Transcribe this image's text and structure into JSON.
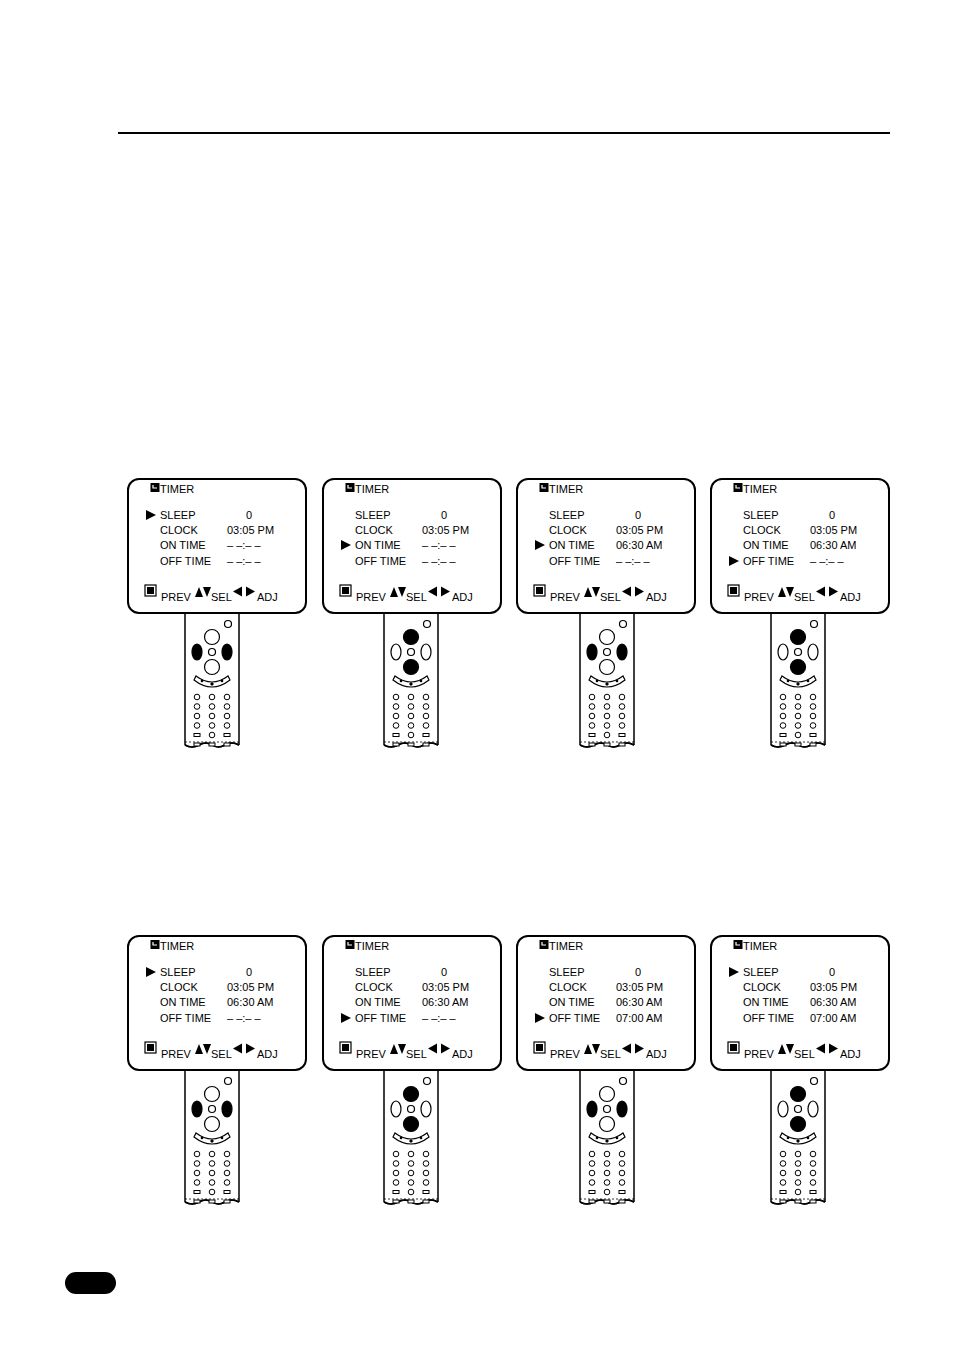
{
  "diagram": {
    "nodes": [
      {
        "text": [
          "TIMER",
          "SLEEP",
          "0",
          "CLOCK",
          "03:05 PM",
          "ON TIME",
          "– –:– –",
          "OFF TIME",
          "– –:– –",
          "PREV",
          "SEL",
          "ADJ"
        ]
      },
      {
        "text": [
          "TIMER",
          "SLEEP",
          "0",
          "CLOCK",
          "03:05 PM",
          "ON TIME",
          "– –:– –",
          "OFF TIME",
          "– –:– –",
          "PREV",
          "SEL",
          "ADJ"
        ]
      },
      {
        "text": [
          "TIMER",
          "SLEEP",
          "0",
          "CLOCK",
          "03:05 PM",
          "ON TIME",
          "06:30 AM",
          "OFF TIME",
          "– –:– –",
          "PREV",
          "SEL",
          "ADJ"
        ]
      },
      {
        "text": [
          "TIMER",
          "SLEEP",
          "0",
          "CLOCK",
          "03:05 PM",
          "ON TIME",
          "06:30 AM",
          "OFF TIME",
          "– –:– –",
          "PREV",
          "SEL",
          "ADJ"
        ]
      },
      {
        "text": [
          "TIMER",
          "SLEEP",
          "0",
          "CLOCK",
          "03:05 PM",
          "ON TIME",
          "06:30 AM",
          "OFF TIME",
          "– –:– –",
          "PREV",
          "SEL",
          "ADJ"
        ]
      },
      {
        "text": [
          "TIMER",
          "SLEEP",
          "0",
          "CLOCK",
          "03:05 PM",
          "ON TIME",
          "06:30 AM",
          "OFF TIME",
          "– –:– –",
          "PREV",
          "SEL",
          "ADJ"
        ]
      },
      {
        "text": [
          "TIMER",
          "SLEEP",
          "0",
          "CLOCK",
          "03:05 PM",
          "ON TIME",
          "06:30 AM",
          "OFF TIME",
          "07:00 AM",
          "PREV",
          "SEL",
          "ADJ"
        ]
      },
      {
        "text": [
          "TIMER",
          "SLEEP",
          "0",
          "CLOCK",
          "03:05 PM",
          "ON TIME",
          "06:30 AM",
          "OFF TIME",
          "07:00 AM",
          "PREV",
          "SEL",
          "ADJ"
        ]
      }
    ]
  }
}
